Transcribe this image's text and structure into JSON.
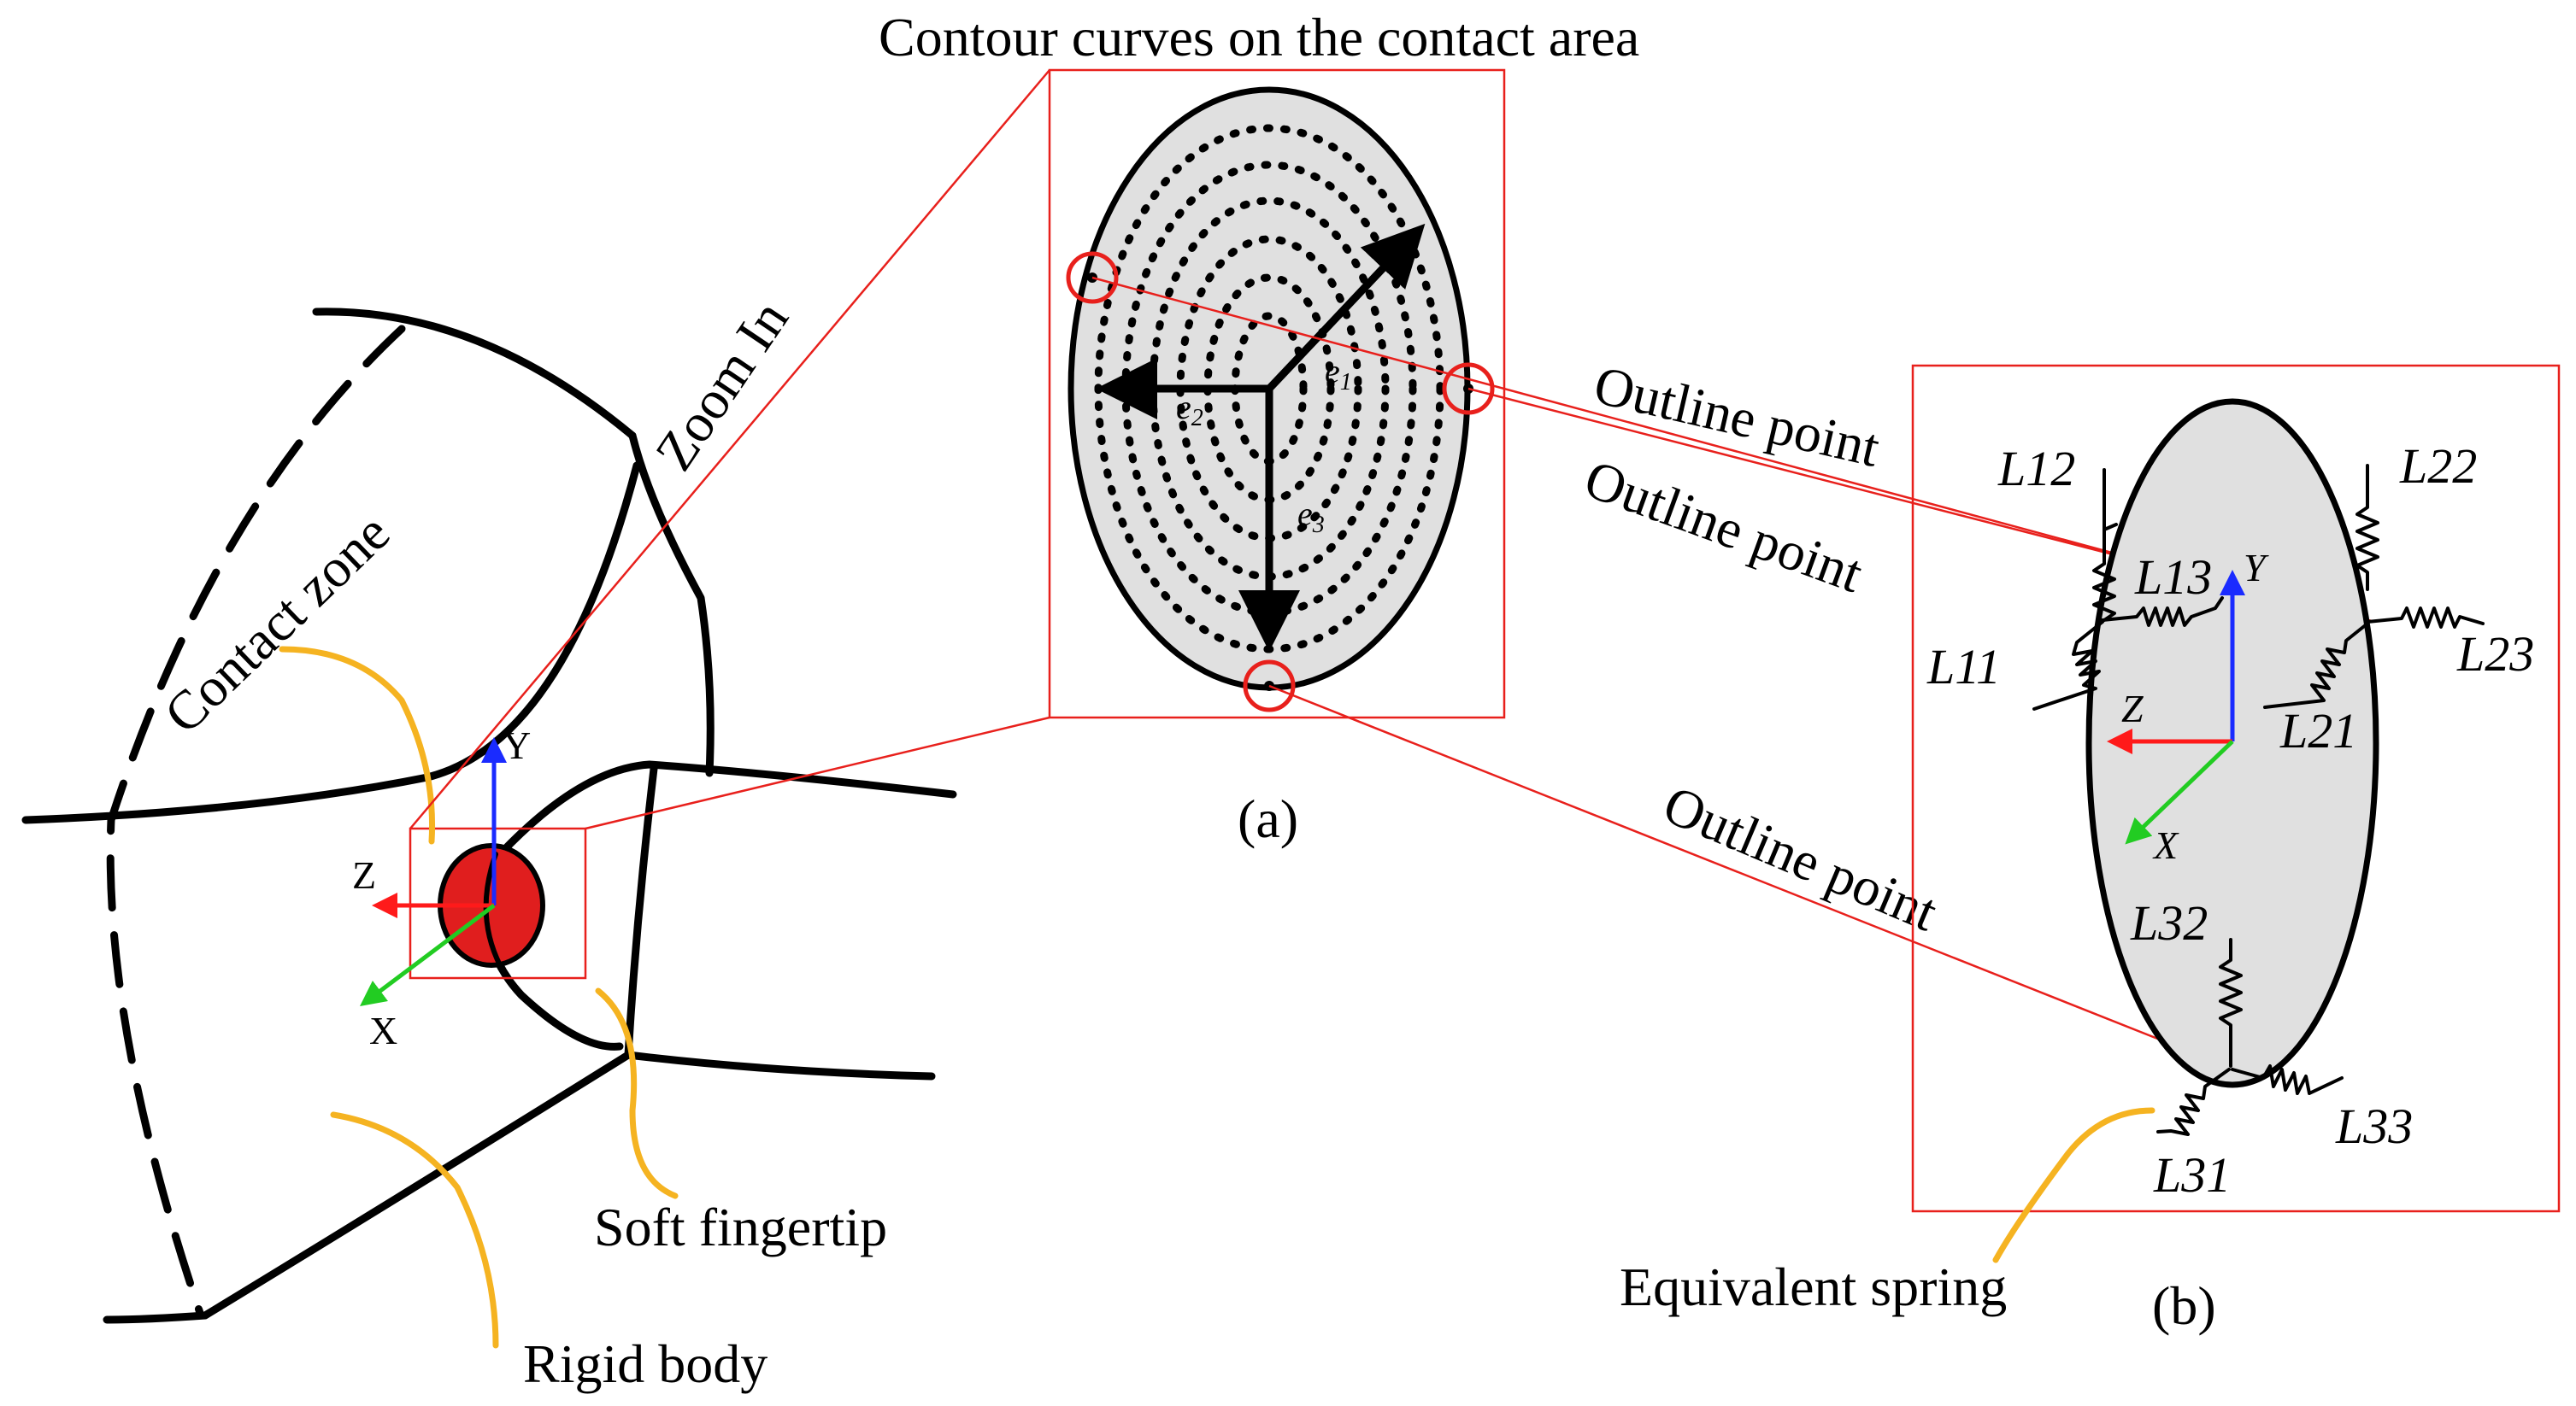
{
  "labels": {
    "contour_title": "Contour curves on the contact area",
    "zoom_in": "Zoom In",
    "contact_zone": "Contact zone",
    "soft_fingertip": "Soft fingertip",
    "rigid_body": "Rigid body",
    "panel_a": "(a)",
    "panel_b": "(b)",
    "outline_point_1": "Outline point",
    "outline_point_2": "Outline point",
    "outline_point_3": "Outline point",
    "equivalent_spring": "Equivalent spring"
  },
  "axes_left": {
    "y": "Y",
    "z": "Z",
    "x": "X"
  },
  "axes_right": {
    "y": "Y",
    "z": "Z",
    "x": "X"
  },
  "contour_vectors": {
    "e1": "e",
    "e1_sub": "1",
    "e2": "e",
    "e2_sub": "2",
    "e3": "e",
    "e3_sub": "3"
  },
  "springs": {
    "L11": "L11",
    "L12": "L12",
    "L13": "L13",
    "L21": "L21",
    "L22": "L22",
    "L23": "L23",
    "L31": "L31",
    "L32": "L32",
    "L33": "L33"
  },
  "colors": {
    "axis_y": "#1a2bff",
    "axis_z": "#ff1a1a",
    "axis_x": "#22cc22",
    "contact_patch": "#e01e1e",
    "leader": "#f5b321",
    "zoom_line": "#e8201c",
    "ellipse_fill": "#e0e0e0"
  }
}
